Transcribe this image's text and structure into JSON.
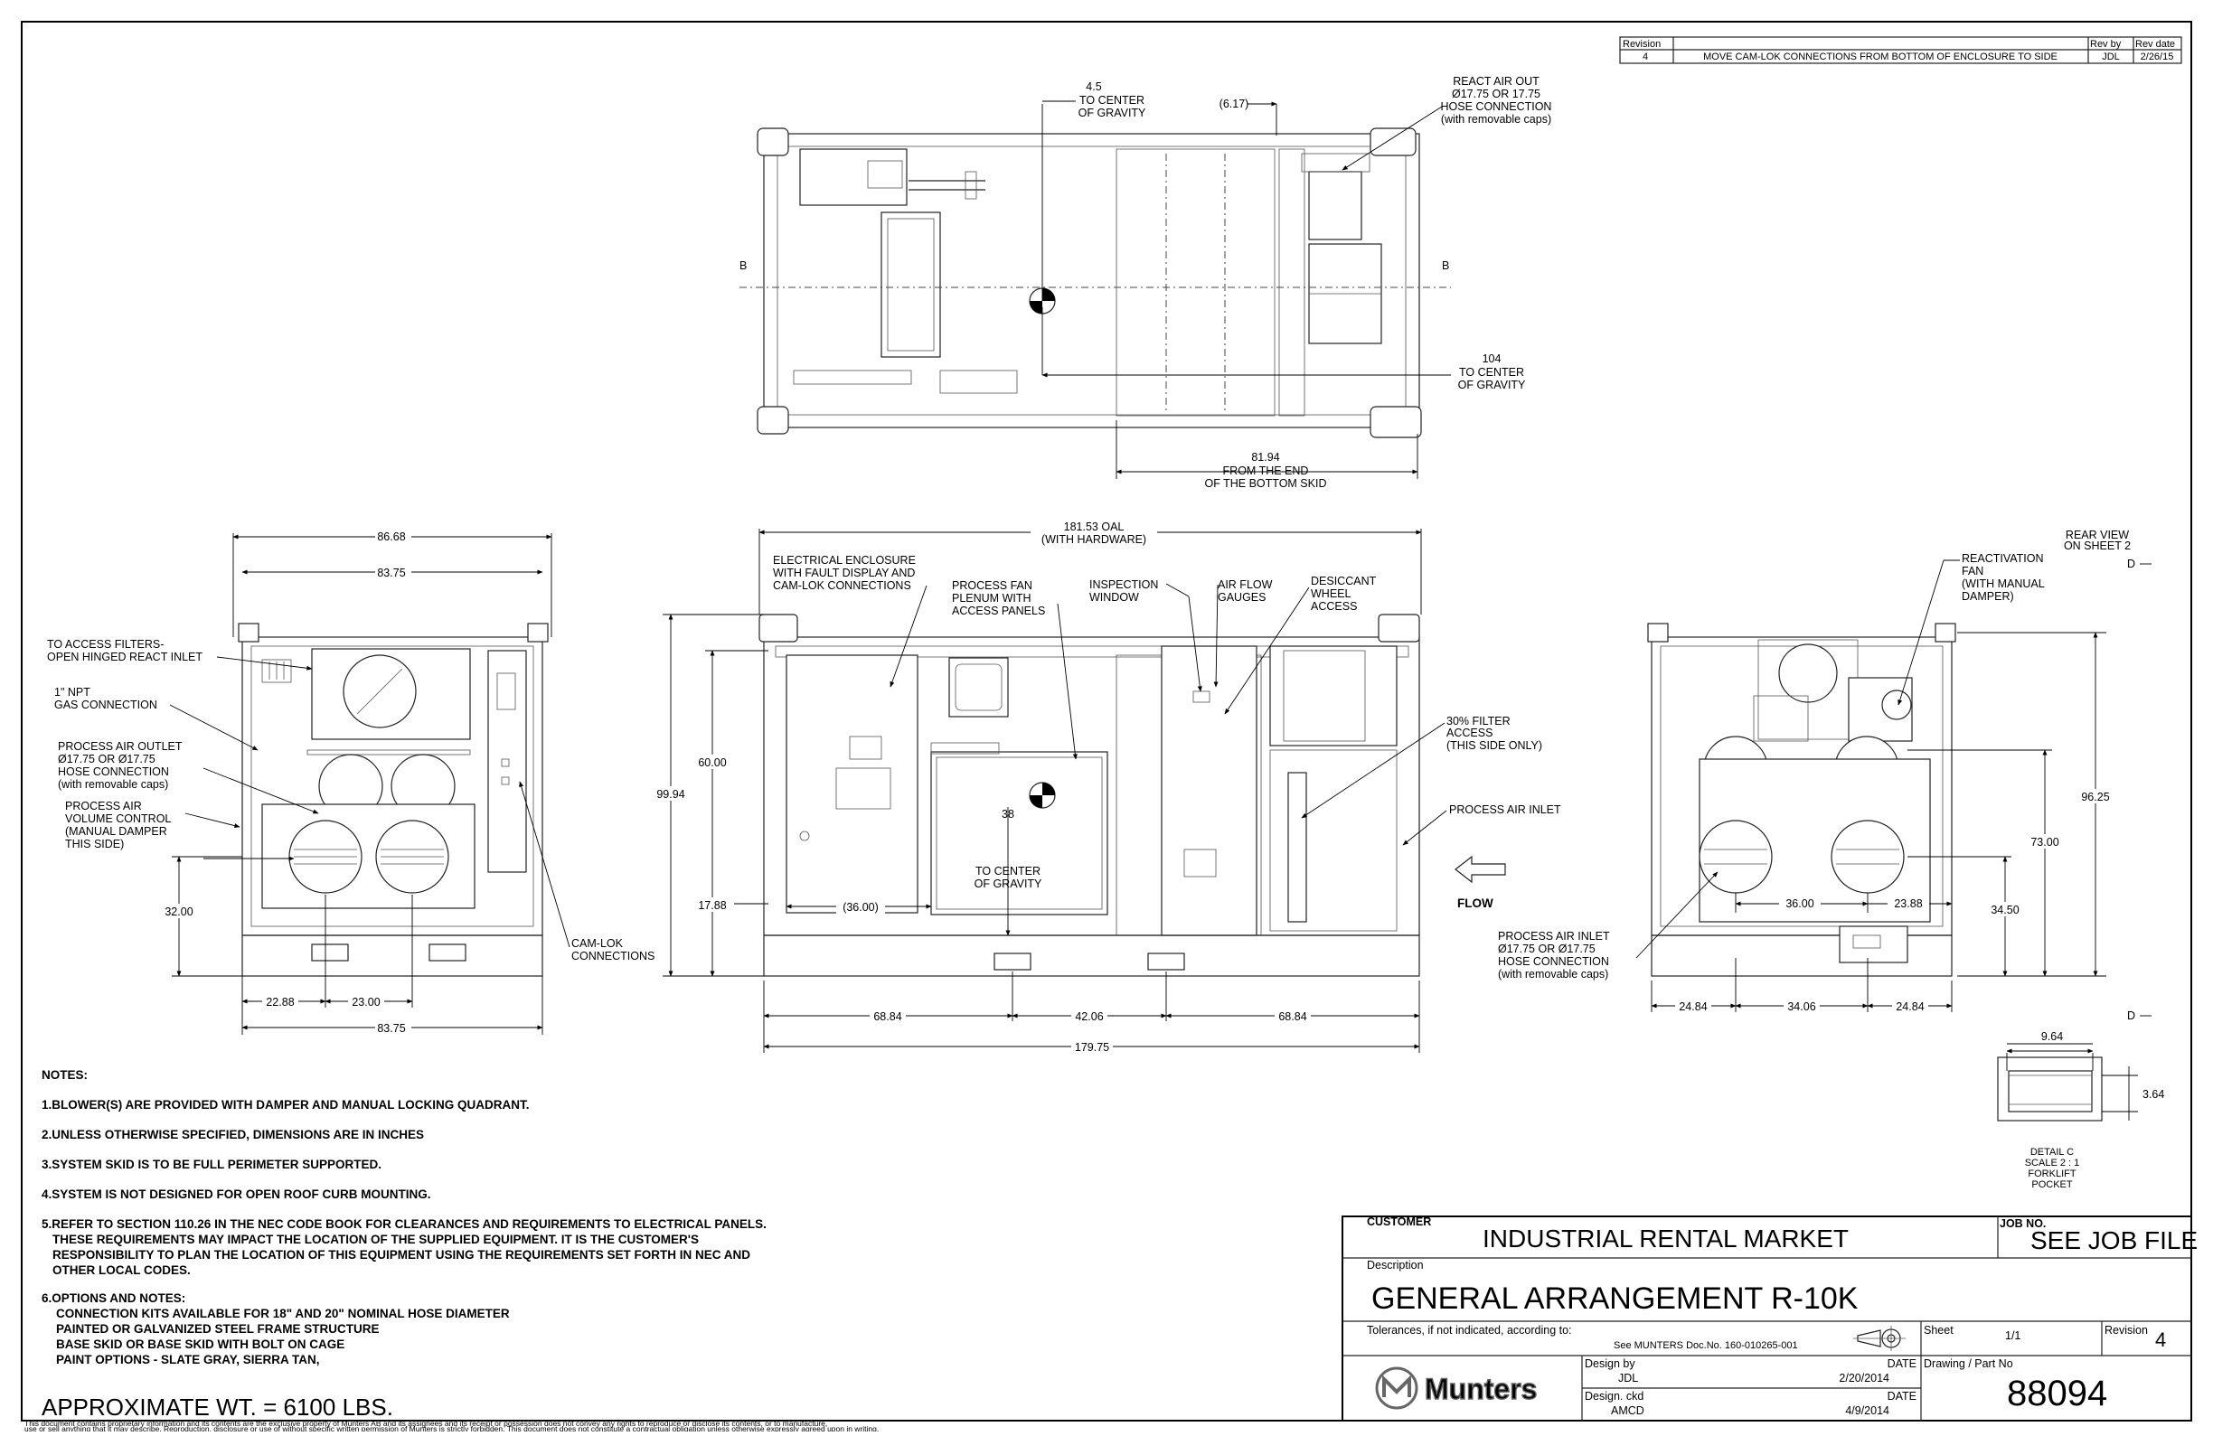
{
  "revision_table": {
    "header_revision": "Revision",
    "header_rev_by": "Rev by",
    "header_rev_date": "Rev date",
    "rows": [
      {
        "rev": "4",
        "desc": "MOVE CAM-LOK CONNECTIONS FROM BOTTOM OF ENCLOSURE TO SIDE",
        "by": "JDL",
        "date": "2/26/15"
      }
    ]
  },
  "top_view": {
    "cog_x_val": "4.5",
    "cog_x_l1": "TO CENTER",
    "cog_x_l2": "OF GRAVITY",
    "dim_617": "(6.17)",
    "react_out_1": "REACT AIR OUT",
    "react_out_2": "Ø17.75 OR 17.75",
    "react_out_3": "HOSE CONNECTION",
    "react_out_4": "(with removable caps)",
    "section_b": "B",
    "cog_y_val": "104",
    "cog_y_l1": "TO CENTER",
    "cog_y_l2": "OF GRAVITY",
    "skid_val": "81.94",
    "skid_l1": "FROM THE END",
    "skid_l2": "OF THE BOTTOM SKID"
  },
  "left_view": {
    "w1": "86.68",
    "w2": "83.75",
    "filters_1": "TO ACCESS FILTERS-",
    "filters_2": "OPEN HINGED REACT INLET",
    "gas_1": "1\" NPT",
    "gas_2": "GAS CONNECTION",
    "outlet_1": "PROCESS AIR OUTLET",
    "outlet_2": "Ø17.75 OR Ø17.75",
    "outlet_3": "HOSE CONNECTION",
    "outlet_4": "(with removable caps)",
    "vol_1": "PROCESS AIR",
    "vol_2": "VOLUME CONTROL",
    "vol_3": "(MANUAL DAMPER",
    "vol_4": "THIS SIDE)",
    "h32": "32.00",
    "d2288": "22.88",
    "d2300": "23.00",
    "w3": "83.75",
    "camlok_1": "CAM-LOK",
    "camlok_2": "CONNECTIONS"
  },
  "front_view": {
    "oal_1": "181.53 OAL",
    "oal_2": "(WITH HARDWARE)",
    "elec_1": "ELECTRICAL ENCLOSURE",
    "elec_2": "WITH FAULT DISPLAY AND",
    "elec_3": "CAM-LOK CONNECTIONS",
    "pfan_1": "PROCESS FAN",
    "pfan_2": "PLENUM WITH",
    "pfan_3": "ACCESS PANELS",
    "insp_1": "INSPECTION",
    "insp_2": "WINDOW",
    "gauge_1": "AIR FLOW",
    "gauge_2": "GAUGES",
    "wheel_1": "DESICCANT",
    "wheel_2": "WHEEL",
    "wheel_3": "ACCESS",
    "h9994": "99.94",
    "h6000": "60.00",
    "h1788": "17.88",
    "d3600": "(36.00)",
    "cog_val": "38",
    "cog_l1": "TO CENTER",
    "cog_l2": "OF GRAVITY",
    "filter_1": "30% FILTER",
    "filter_2": "ACCESS",
    "filter_3": "(THIS SIDE ONLY)",
    "inlet": "PROCESS AIR INLET",
    "flow": "FLOW",
    "d6884a": "68.84",
    "d4206": "42.06",
    "d6884b": "68.84",
    "d17975": "179.75"
  },
  "right_view": {
    "rear_1": "REAR VIEW",
    "rear_2": "ON SHEET 2",
    "react_1": "REACTIVATION",
    "react_2": "FAN",
    "react_3": "(WITH MANUAL",
    "react_4": "DAMPER)",
    "sec_d": "D",
    "h9625": "96.25",
    "h7300": "73.00",
    "h3450": "34.50",
    "d3600": "36.00",
    "d2388": "23.88",
    "inlet_1": "PROCESS AIR INLET",
    "inlet_2": "Ø17.75 OR Ø17.75",
    "inlet_3": "HOSE CONNECTION",
    "inlet_4": "(with removable caps)",
    "d2484a": "24.84",
    "d3406": "34.06",
    "d2484b": "24.84"
  },
  "detail_c": {
    "w964": "9.64",
    "h364": "3.64",
    "l1": "DETAIL C",
    "l2": "SCALE 2 : 1",
    "l3": "FORKLIFT",
    "l4": "POCKET"
  },
  "notes": {
    "title": "NOTES:",
    "n1": "1.BLOWER(S) ARE PROVIDED WITH DAMPER AND MANUAL LOCKING QUADRANT.",
    "n2": "2.UNLESS OTHERWISE SPECIFIED, DIMENSIONS ARE IN INCHES",
    "n3": "3.SYSTEM SKID IS TO BE FULL PERIMETER SUPPORTED.",
    "n4": "4.SYSTEM IS NOT DESIGNED FOR OPEN ROOF CURB MOUNTING.",
    "n5a": "5.REFER TO SECTION 110.26 IN THE NEC CODE BOOK FOR  CLEARANCES AND REQUIREMENTS TO ELECTRICAL PANELS.",
    "n5b": "THESE REQUIREMENTS MAY IMPACT THE LOCATION OF THE SUPPLIED EQUIPMENT. IT IS THE CUSTOMER'S",
    "n5c": "RESPONSIBILITY TO PLAN THE LOCATION OF THIS EQUIPMENT USING THE REQUIREMENTS SET FORTH IN NEC AND",
    "n5d": "OTHER LOCAL CODES.",
    "n6a": "6.OPTIONS AND NOTES:",
    "n6b": "CONNECTION KITS AVAILABLE FOR 18\" AND 20\" NOMINAL HOSE DIAMETER",
    "n6c": "PAINTED OR GALVANIZED STEEL FRAME STRUCTURE",
    "n6d": "BASE SKID OR BASE SKID WITH BOLT ON CAGE",
    "n6e": "PAINT OPTIONS - SLATE GRAY, SIERRA TAN,",
    "weight": "APPROXIMATE WT. = 6100 LBS."
  },
  "title_block": {
    "customer_label": "CUSTOMER",
    "customer": "INDUSTRIAL RENTAL MARKET",
    "job_label": "JOB NO.",
    "job": "SEE JOB FILE",
    "desc_label": "Description",
    "description": "GENERAL ARRANGEMENT R-10K",
    "tol_label": "Tolerances, if not indicated, according to:",
    "tol_doc": "See MUNTERS Doc.No. 160-010265-001",
    "sheet_label": "Sheet",
    "sheet": "1/1",
    "rev_label": "Revision",
    "rev": "4",
    "design_by_label": "Design by",
    "design_by": "JDL",
    "date_label_1": "DATE",
    "date_1": "2/20/2014",
    "design_ckd_label": "Design. ckd",
    "design_ckd": "AMCD",
    "date_label_2": "DATE",
    "date_2": "4/9/2014",
    "part_label": "Drawing / Part No",
    "part_no": "88094",
    "logo": "Munters"
  },
  "disclaimer": {
    "l1": "This document contains proprietary information and its contents are the exclusive property of Munters AB and its assignees and its receipt or possession does not convey any rights to reproduce or disclose its contents, or to manufacture,",
    "l2": "use or sell anything that it may describe. Reproduction, disclosure or use of without specific written permission of Munters is strictly forbidden. This document does not constitute a contractual obligation unless otherwise expressly agreed upon in writing."
  }
}
